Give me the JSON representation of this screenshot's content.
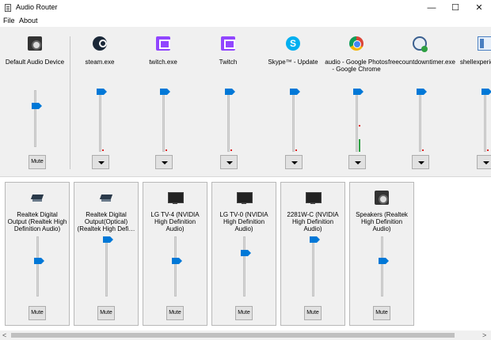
{
  "window": {
    "title": "Audio Router",
    "minimize": "—",
    "maximize": "☐",
    "close": "✕"
  },
  "menu": [
    {
      "label": "File"
    },
    {
      "label": "About"
    }
  ],
  "apps": [
    {
      "label": "Default Audio Device",
      "icon": "speaker-icon",
      "volume": 0.75,
      "peak": null,
      "level": 0,
      "has_dropdown": false,
      "has_mute": true,
      "mute_label": "Mute"
    },
    {
      "label": "steam.exe",
      "icon": "steam-icon",
      "volume": 1.0,
      "peak": 0.04,
      "level": 0,
      "has_dropdown": true,
      "has_mute": false
    },
    {
      "label": "twitch.exe",
      "icon": "twitch-icon",
      "volume": 1.0,
      "peak": 0.04,
      "level": 0,
      "has_dropdown": true,
      "has_mute": false
    },
    {
      "label": "Twitch",
      "icon": "twitch-icon",
      "volume": 1.0,
      "peak": 0.04,
      "level": 0,
      "has_dropdown": true,
      "has_mute": false
    },
    {
      "label": "Skype™ - Update",
      "icon": "skype-icon",
      "volume": 1.0,
      "peak": 0.04,
      "level": 0,
      "has_dropdown": true,
      "has_mute": false
    },
    {
      "label": "audio - Google Photos - Google Chrome",
      "icon": "chrome-icon",
      "volume": 1.0,
      "peak": 0.42,
      "level": 0.2,
      "has_dropdown": true,
      "has_mute": false
    },
    {
      "label": "freecountdowntimer.exe",
      "icon": "clock-icon",
      "volume": 1.0,
      "peak": 0.04,
      "level": 0,
      "has_dropdown": true,
      "has_mute": false
    },
    {
      "label": "shellexperien exe",
      "icon": "shell-icon",
      "volume": 1.0,
      "peak": 0.04,
      "level": 0,
      "has_dropdown": true,
      "has_mute": false
    }
  ],
  "devices": [
    {
      "label": "Realtek Digital Output (Realtek High Definition Audio)",
      "icon": "digital-audio-device-icon",
      "volume": 0.6,
      "mute_label": "Mute"
    },
    {
      "label": "Realtek Digital Output(Optical) (Realtek High Defi…",
      "icon": "digital-audio-device-icon",
      "volume": 1.0,
      "mute_label": "Mute"
    },
    {
      "label": "LG TV-4 (NVIDIA High Definition Audio)",
      "icon": "tv-icon",
      "volume": 0.6,
      "mute_label": "Mute"
    },
    {
      "label": "LG TV-0 (NVIDIA High Definition Audio)",
      "icon": "tv-icon",
      "volume": 0.75,
      "mute_label": "Mute"
    },
    {
      "label": "2281W-C (NVIDIA High Definition Audio)",
      "icon": "tv-icon",
      "volume": 1.0,
      "mute_label": "Mute"
    },
    {
      "label": "Speakers (Realtek High Definition Audio)",
      "icon": "speaker-icon",
      "volume": 0.6,
      "mute_label": "Mute"
    }
  ],
  "scrollbar": {
    "left_arrow": "<",
    "right_arrow": ">"
  }
}
